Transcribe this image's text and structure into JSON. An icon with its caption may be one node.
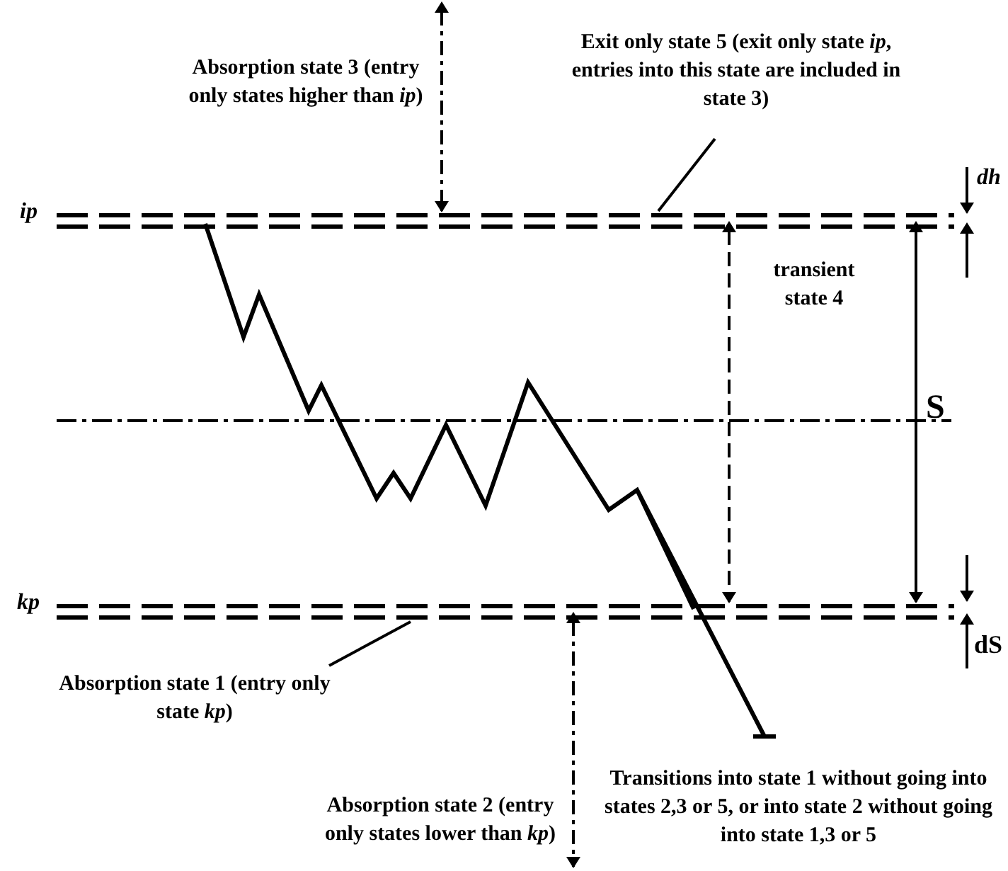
{
  "diagram": {
    "nodes": [
      {
        "text": [
          "Absorption state 3 (entry only states higher than *ip*)"
        ]
      },
      {
        "text": [
          "Exit only state 5 (exit only state *ip*, entries into this state are included in state 3)"
        ]
      },
      {
        "text": [
          "transient state 4"
        ]
      },
      {
        "text": [
          "Absorption state 1 (entry only state *kp*)"
        ]
      },
      {
        "text": [
          "Absorption state 2 (entry only states lower than *kp*)"
        ]
      },
      {
        "text": [
          "Transitions into state 1 without going into states 2,3 or 5, or into state 2 without going into state 1,3 or 5"
        ]
      },
      {
        "text": [],
        "shape": "line"
      },
      {
        "text": [],
        "shape": "line"
      }
    ],
    "edges": [
      {
        "from": 1,
        "to": 6,
        "arrow": "none"
      },
      {
        "from": 3,
        "to": 7,
        "arrow": "none"
      },
      {
        "from": 0,
        "to": 6,
        "arrow": "both",
        "style": "dashed"
      },
      {
        "from": 7,
        "to": 4,
        "arrow": "both",
        "style": "dashed"
      },
      {
        "from": 6,
        "to": 7,
        "arrow": "both",
        "style": "dashed"
      },
      {
        "from": 6,
        "to": 7,
        "arrow": "both"
      }
    ],
    "labels": [
      "ip",
      "kp",
      "dh",
      "S",
      "dS"
    ]
  }
}
